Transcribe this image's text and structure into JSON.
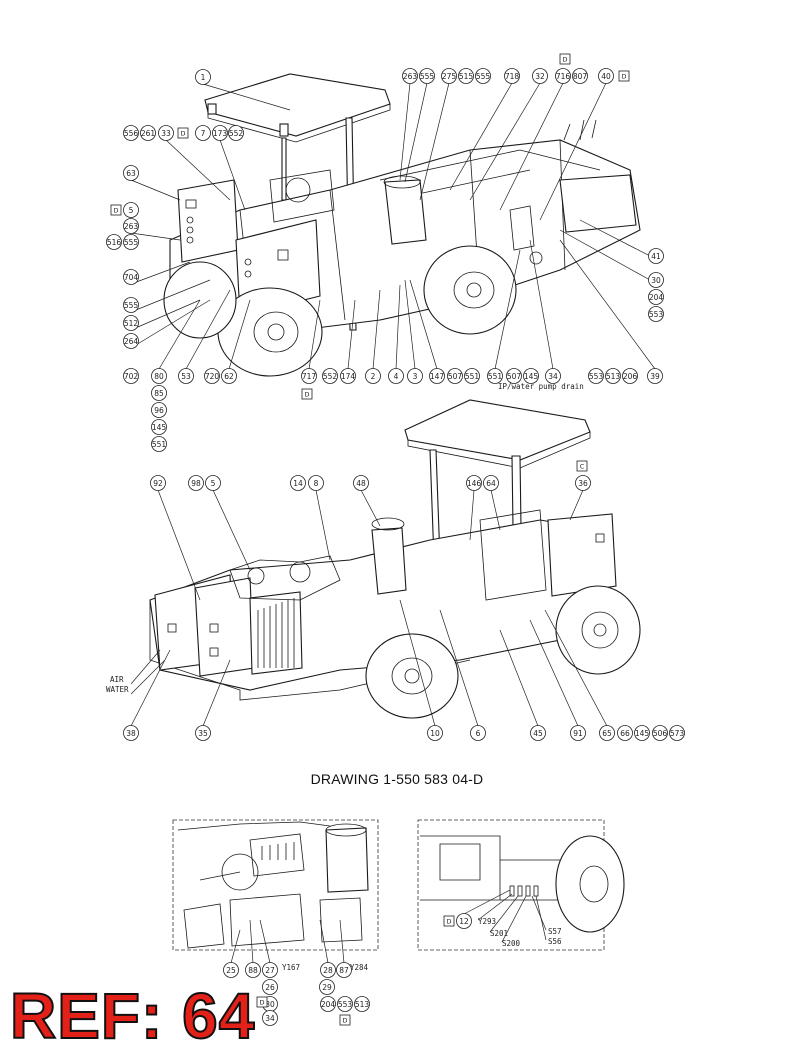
{
  "caption": "DRAWING 1-550 583 04-D",
  "reference": "REF: 64",
  "top_view": {
    "callouts": [
      "1",
      "263",
      "555",
      "275",
      "515",
      "555",
      "718",
      "32",
      "716",
      "807",
      "40",
      "556",
      "261",
      "33",
      "7",
      "173",
      "552",
      "63",
      "5",
      "263",
      "516",
      "555",
      "704",
      "555",
      "512",
      "264",
      "702",
      "80",
      "53",
      "720",
      "62",
      "717",
      "552",
      "174",
      "2",
      "4",
      "3",
      "147",
      "507",
      "551",
      "551",
      "507",
      "145",
      "34",
      "553",
      "513",
      "206",
      "39",
      "41",
      "30",
      "204",
      "553",
      "85",
      "96",
      "145",
      "551"
    ],
    "boxed": [
      "D",
      "D",
      "D",
      "D",
      "D"
    ],
    "note": "IP/water pump drain"
  },
  "middle_view": {
    "callouts": [
      "92",
      "98",
      "5",
      "14",
      "8",
      "48",
      "146",
      "64",
      "36",
      "38",
      "35",
      "10",
      "6",
      "45",
      "91",
      "65",
      "66",
      "145",
      "506",
      "573"
    ],
    "boxed": [
      "C"
    ],
    "side_labels": [
      "AIR",
      "WATER"
    ]
  },
  "detail_left": {
    "callouts": [
      "25",
      "88",
      "27",
      "28",
      "87",
      "29",
      "204",
      "553",
      "513",
      "26",
      "30",
      "34"
    ],
    "texts": [
      "Y167",
      "Y284"
    ],
    "boxed": [
      "D",
      "D"
    ]
  },
  "detail_right": {
    "callouts": [
      "12"
    ],
    "texts": [
      "Y293",
      "S201",
      "S200",
      "S57",
      "S56"
    ],
    "boxed": [
      "D"
    ]
  }
}
